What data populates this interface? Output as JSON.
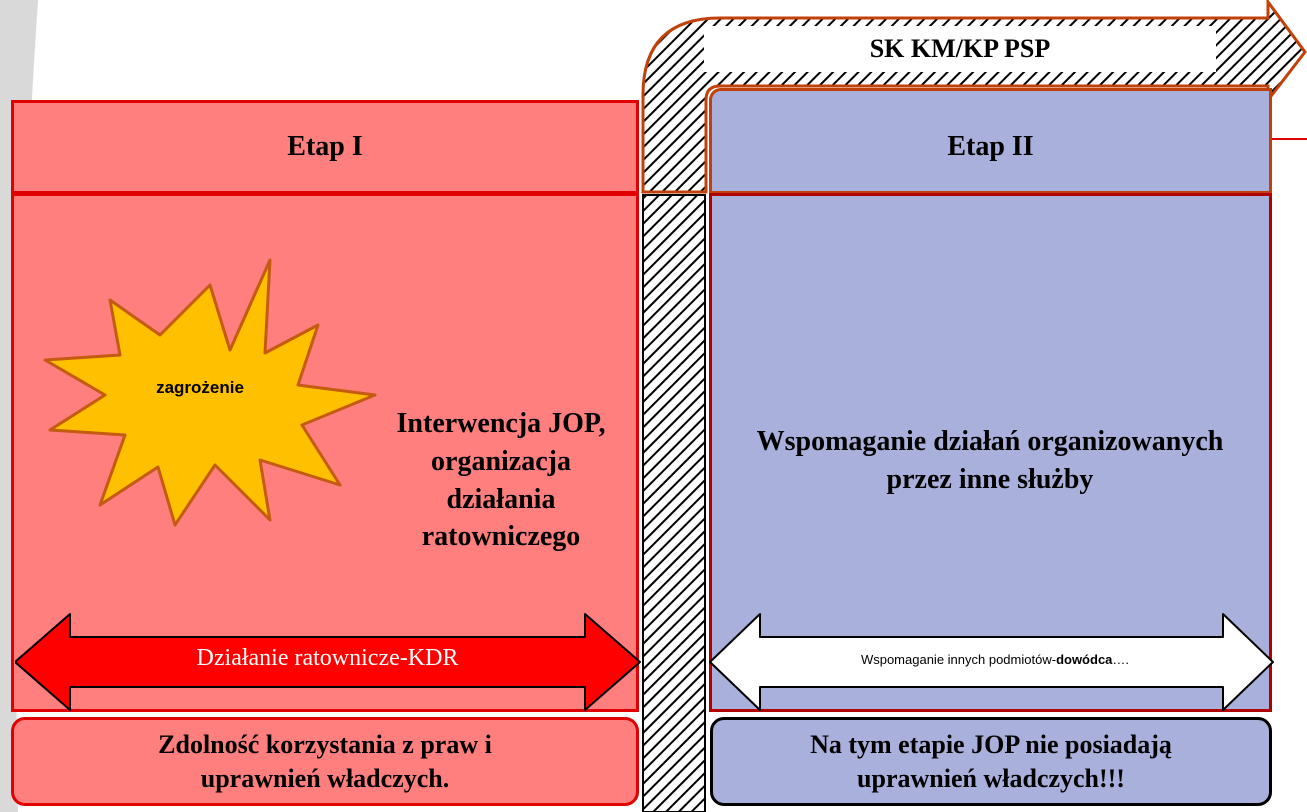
{
  "sk": {
    "label": "SK KM/KP PSP"
  },
  "stage1": {
    "title": "Etap I",
    "threat": "zagrożenie",
    "description": "Interwencja JOP, organizacja działania ratowniczego",
    "arrow_label": "Działanie ratownicze-KDR",
    "bottom": "Zdolność korzystania z praw i uprawnień władczych."
  },
  "stage2": {
    "title": "Etap II",
    "description": "Wspomaganie działań organizowanych przez inne służby",
    "arrow_label_main": "Wspomaganie innych podmiotów-",
    "arrow_label_bold": "dowódca",
    "arrow_label_tail": "….",
    "bottom": "Na tym etapie JOP nie posiadają uprawnień władczych!!!"
  },
  "colors": {
    "stage1_fill": "#ff7f7f",
    "stage1_border": "#e00000",
    "stage2_fill": "#aab0dc",
    "stage2_border": "#b00000",
    "threat_fill": "#ffc000",
    "threat_border": "#c55a11",
    "red_arrow": "#ff0000",
    "hatch_border": "#c0410a"
  }
}
